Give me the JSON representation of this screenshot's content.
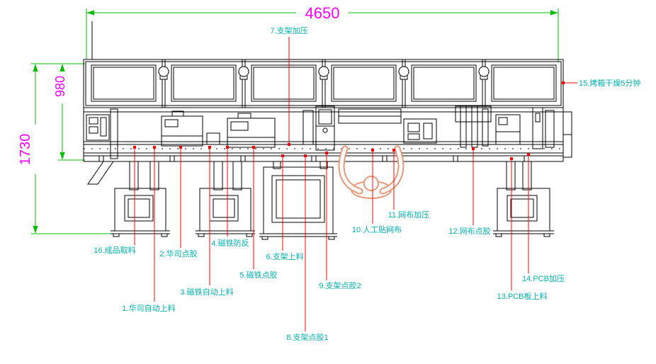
{
  "drawing": {
    "dimensions": {
      "total_width": "4650",
      "upper_height": "980",
      "total_height": "1730"
    },
    "stations": [
      {
        "num": 1,
        "label": "1.华司自动上料"
      },
      {
        "num": 2,
        "label": "2.华司点胶"
      },
      {
        "num": 3,
        "label": "3.磁铁自动上料"
      },
      {
        "num": 4,
        "label": "4.磁铁防反"
      },
      {
        "num": 5,
        "label": "5.磁铁点胶"
      },
      {
        "num": 6,
        "label": "6.支架上料"
      },
      {
        "num": 7,
        "label": "7.支架加压"
      },
      {
        "num": 8,
        "label": "8.支架点胶1"
      },
      {
        "num": 9,
        "label": "9.支架点胶2"
      },
      {
        "num": 10,
        "label": "10.人工贴网布"
      },
      {
        "num": 11,
        "label": "11.网布加压"
      },
      {
        "num": 12,
        "label": "12.网布点胶"
      },
      {
        "num": 13,
        "label": "13.PCB板上料"
      },
      {
        "num": 14,
        "label": "14.PCB加压"
      },
      {
        "num": 15,
        "label": "15.烤箱干燥5分钟"
      },
      {
        "num": 16,
        "label": "16.成品取料"
      }
    ],
    "colors": {
      "dimension_line": "#00bf00",
      "dimension_text": "#ff00ff",
      "station_label": "#00b3b3",
      "leader_line": "#ff0000",
      "line_art": "#000000",
      "operator_figure": "#e89a7a"
    }
  }
}
